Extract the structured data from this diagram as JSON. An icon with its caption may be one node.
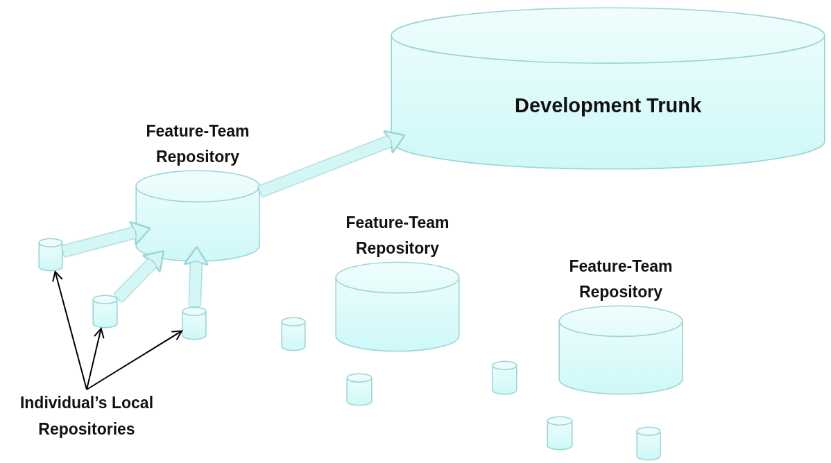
{
  "diagram": {
    "nodes": [
      {
        "text": [
          "Development Trunk"
        ]
      },
      {
        "text": [
          "Feature-Team Repository"
        ]
      },
      {
        "text": [
          "Feature-Team Repository"
        ]
      },
      {
        "text": [
          "Feature-Team Repository"
        ]
      },
      {
        "text": [
          "Individual’s Local Repositories"
        ]
      },
      {
        "text": [],
        "shape": "cylinder"
      },
      {
        "text": [],
        "shape": "cylinder"
      },
      {
        "text": [],
        "shape": "cylinder"
      },
      {
        "text": [],
        "shape": "cylinder"
      },
      {
        "text": [],
        "shape": "cylinder"
      },
      {
        "text": [],
        "shape": "cylinder"
      },
      {
        "text": [],
        "shape": "cylinder"
      },
      {
        "text": [],
        "shape": "cylinder"
      }
    ],
    "edges": [
      {
        "from": 1,
        "to": 0,
        "arrow": "to"
      },
      {
        "from": 5,
        "to": 1,
        "arrow": "to"
      },
      {
        "from": 6,
        "to": 1,
        "arrow": "to"
      },
      {
        "from": 7,
        "to": 1,
        "arrow": "to"
      },
      {
        "from": 4,
        "to": 5,
        "arrow": "to",
        "color": "#000000"
      },
      {
        "from": 4,
        "to": 6,
        "arrow": "to",
        "color": "#000000"
      },
      {
        "from": 4,
        "to": 7,
        "arrow": "to",
        "color": "#000000"
      }
    ]
  }
}
